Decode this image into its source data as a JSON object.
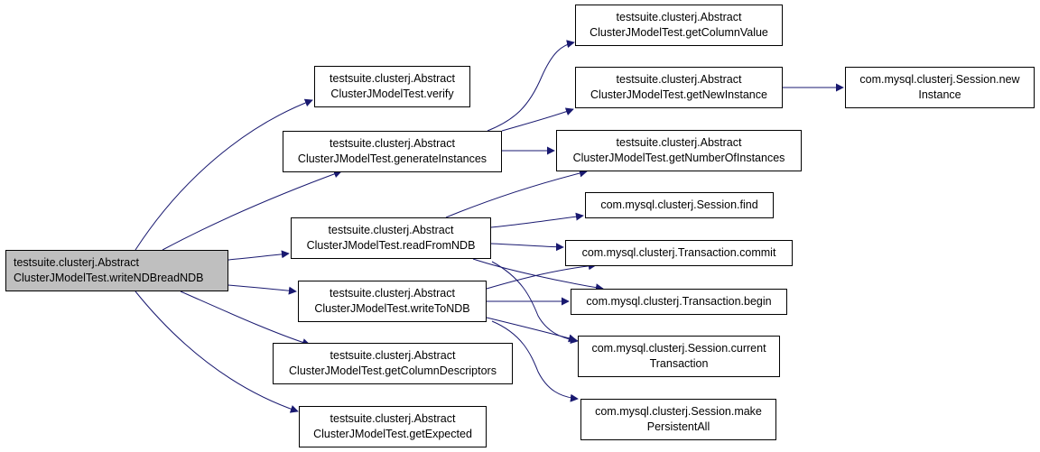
{
  "colors": {
    "edge": "#191970",
    "node_border": "#000000",
    "root_fill": "#bfbfbf",
    "node_fill": "#ffffff"
  },
  "nodes": [
    {
      "id": "root",
      "line1": "testsuite.clusterj.Abstract",
      "line2": "ClusterJModelTest.writeNDBreadNDB"
    },
    {
      "id": "verify",
      "line1": "testsuite.clusterj.Abstract",
      "line2": "ClusterJModelTest.verify"
    },
    {
      "id": "generateInstances",
      "line1": "testsuite.clusterj.Abstract",
      "line2": "ClusterJModelTest.generateInstances"
    },
    {
      "id": "readFromNDB",
      "line1": "testsuite.clusterj.Abstract",
      "line2": "ClusterJModelTest.readFromNDB"
    },
    {
      "id": "writeToNDB",
      "line1": "testsuite.clusterj.Abstract",
      "line2": "ClusterJModelTest.writeToNDB"
    },
    {
      "id": "getColumnDescriptors",
      "line1": "testsuite.clusterj.Abstract",
      "line2": "ClusterJModelTest.getColumnDescriptors"
    },
    {
      "id": "getExpected",
      "line1": "testsuite.clusterj.Abstract",
      "line2": "ClusterJModelTest.getExpected"
    },
    {
      "id": "getColumnValue",
      "line1": "testsuite.clusterj.Abstract",
      "line2": "ClusterJModelTest.getColumnValue"
    },
    {
      "id": "getNewInstance",
      "line1": "testsuite.clusterj.Abstract",
      "line2": "ClusterJModelTest.getNewInstance"
    },
    {
      "id": "getNumberOfInstances",
      "line1": "testsuite.clusterj.Abstract",
      "line2": "ClusterJModelTest.getNumberOfInstances"
    },
    {
      "id": "sessionFind",
      "line1": "com.mysql.clusterj.Session.find",
      "line2": ""
    },
    {
      "id": "txCommit",
      "line1": "com.mysql.clusterj.Transaction.commit",
      "line2": ""
    },
    {
      "id": "txBegin",
      "line1": "com.mysql.clusterj.Transaction.begin",
      "line2": ""
    },
    {
      "id": "currentTransaction",
      "line1": "com.mysql.clusterj.Session.current",
      "line2": "Transaction"
    },
    {
      "id": "makePersistentAll",
      "line1": "com.mysql.clusterj.Session.make",
      "line2": "PersistentAll"
    },
    {
      "id": "newInstance",
      "line1": "com.mysql.clusterj.Session.new",
      "line2": "Instance"
    }
  ],
  "edges": [
    {
      "from": "root",
      "to": "verify"
    },
    {
      "from": "root",
      "to": "generateInstances"
    },
    {
      "from": "root",
      "to": "readFromNDB"
    },
    {
      "from": "root",
      "to": "writeToNDB"
    },
    {
      "from": "root",
      "to": "getColumnDescriptors"
    },
    {
      "from": "root",
      "to": "getExpected"
    },
    {
      "from": "generateInstances",
      "to": "getColumnValue"
    },
    {
      "from": "generateInstances",
      "to": "getNewInstance"
    },
    {
      "from": "generateInstances",
      "to": "getNumberOfInstances"
    },
    {
      "from": "getNewInstance",
      "to": "newInstance"
    },
    {
      "from": "readFromNDB",
      "to": "getNumberOfInstances"
    },
    {
      "from": "readFromNDB",
      "to": "sessionFind"
    },
    {
      "from": "readFromNDB",
      "to": "txCommit"
    },
    {
      "from": "readFromNDB",
      "to": "txBegin"
    },
    {
      "from": "readFromNDB",
      "to": "currentTransaction"
    },
    {
      "from": "writeToNDB",
      "to": "txCommit"
    },
    {
      "from": "writeToNDB",
      "to": "txBegin"
    },
    {
      "from": "writeToNDB",
      "to": "currentTransaction"
    },
    {
      "from": "writeToNDB",
      "to": "makePersistentAll"
    }
  ]
}
